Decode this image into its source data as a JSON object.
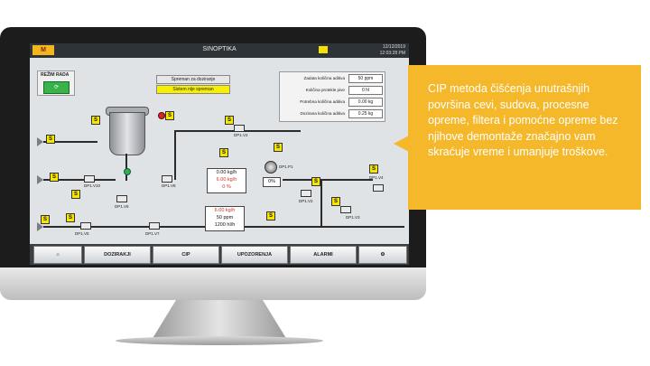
{
  "callout": {
    "text": "CIP metoda čišćenja unutrašnjih površina cevi, sudova, procesne opreme, filtera i pomoćne opreme bez njihove demontaže značajno vam skraćuje vreme i umanjuje troškove."
  },
  "screen": {
    "titlebar": {
      "title": "SINOPTIKA",
      "date": "12/12/2019",
      "time": "12:03:28 PM"
    },
    "rezim": {
      "label": "REŽIM RADA"
    },
    "status": {
      "ready": "Spreman za doziranje",
      "ready2": "Sistem nije spreman"
    },
    "params": [
      {
        "label": "Zadata količina aditiva",
        "value": "50 ppm"
      },
      {
        "label": "Količina protekle pive",
        "value": "0 hl"
      },
      {
        "label": "Potrebna količina aditiva",
        "value": "0.00 kg"
      },
      {
        "label": "Dozirana količina aditiva",
        "value": "0.25 kg"
      }
    ],
    "readings": {
      "flow1": "0.00 kg/h",
      "flow2": "6.00 kg/h",
      "pct": "0 %",
      "pump_pct": "0%",
      "flow3": "6.00 kg/h",
      "ppm": "50 ppm",
      "hl": "1200 hl/h"
    },
    "labels": {
      "dp1v2": "DP1.V2",
      "dp1v3": "DP1.V3",
      "dp1v4": "DP1.V4",
      "dp1v5": "DP1.V5",
      "dp1v6": "DP1.V6",
      "dp1v7": "DP1.V7",
      "dp1v8": "DP1.V8",
      "dp1v10": "DP1.V10",
      "dp1p1": "DP1.P1"
    },
    "s_badge": "S",
    "nav": {
      "dozirakji": "DOZIRAKJI",
      "cip": "CIP",
      "upozorenja": "UPOZORENJA",
      "alarmi": "ALARMI"
    }
  },
  "colors": {
    "accent": "#f5b82a",
    "bezel": "#1c1c1c",
    "status_yellow": "#f7ee00"
  }
}
